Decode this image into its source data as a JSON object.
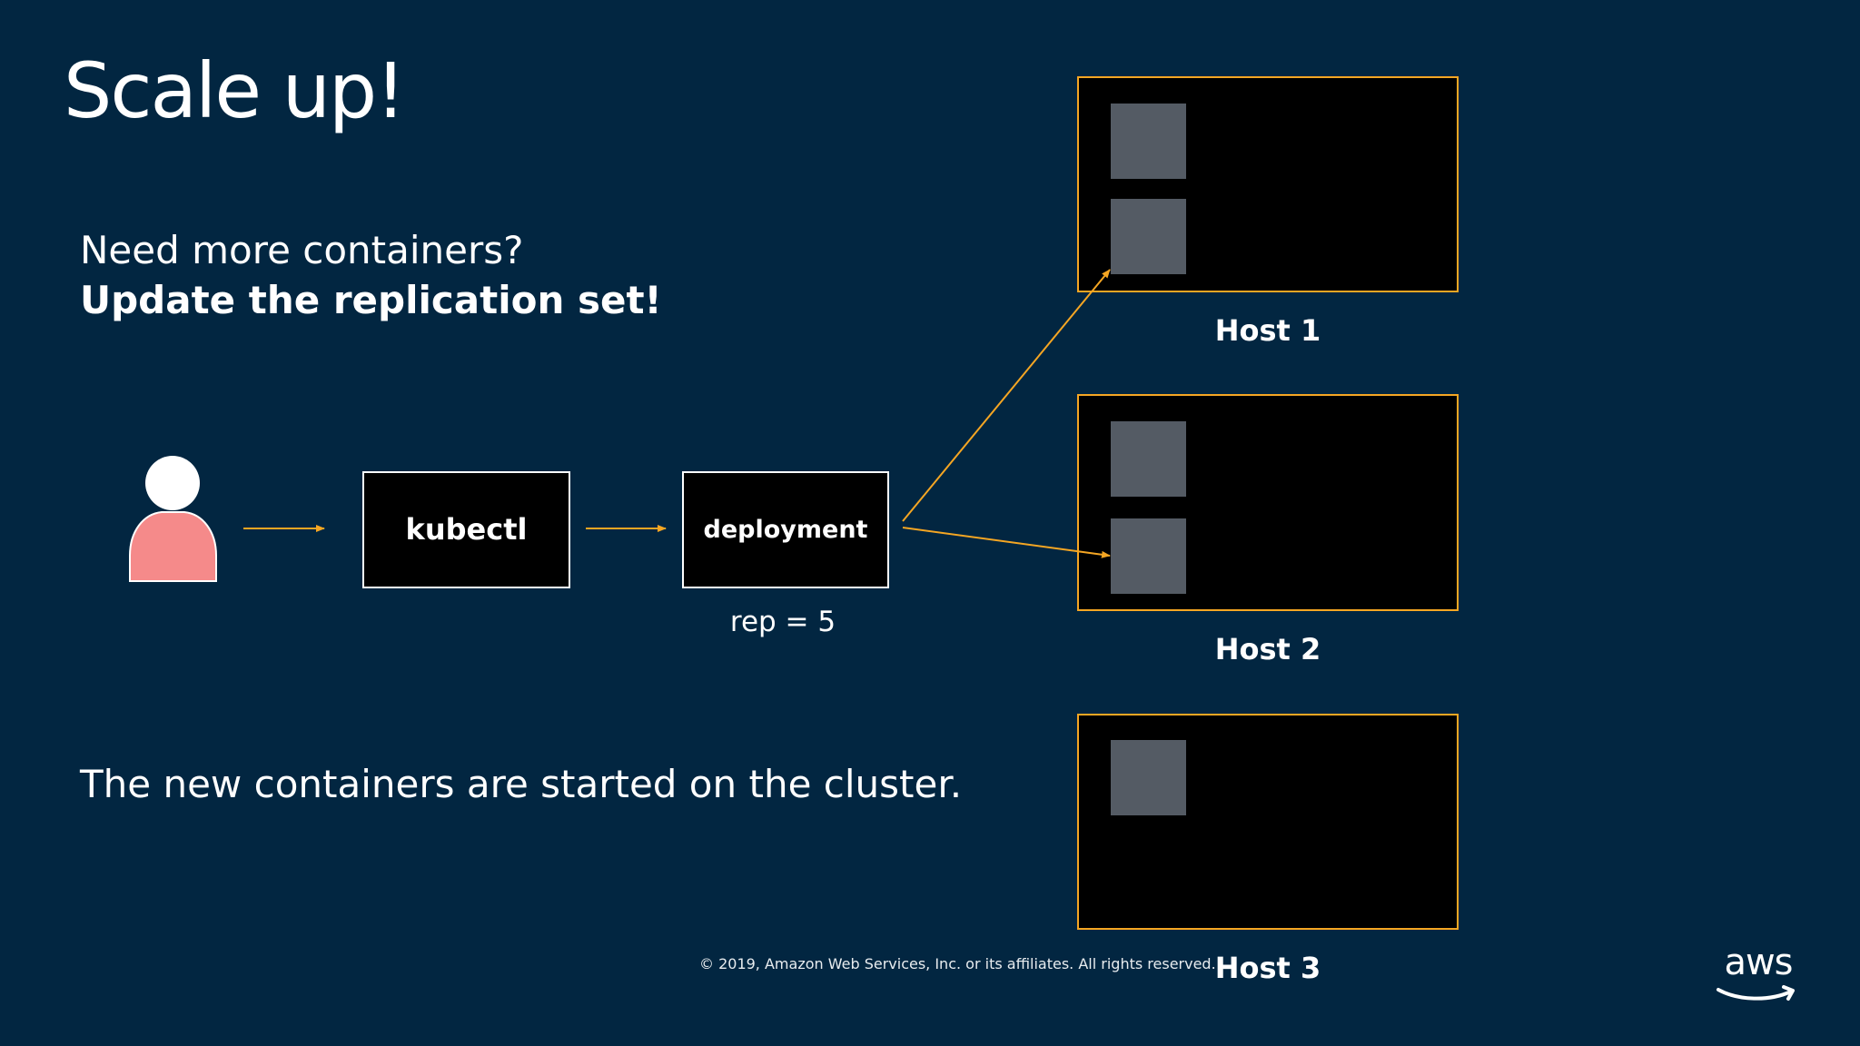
{
  "title": "Scale up!",
  "intro": {
    "question": "Need more containers?",
    "instruction": "Update the replication set!"
  },
  "diagram": {
    "user_icon": "user-icon",
    "kubectl_label": "kubectl",
    "deployment_label": "deployment",
    "deployment_replicas": "rep = 5",
    "hosts": [
      {
        "label": "Host 1",
        "containers": 2
      },
      {
        "label": "Host 2",
        "containers": 2
      },
      {
        "label": "Host 3",
        "containers": 1
      }
    ]
  },
  "footer_note": "The new containers are started on the cluster.",
  "copyright": "© 2019, Amazon Web Services, Inc. or its affiliates. All rights reserved.",
  "logo_text": "aws",
  "colors": {
    "background": "#022641",
    "host_border": "#F5A623",
    "arrow": "#F5A623",
    "container": "#545B64",
    "user_body": "#F58A8A",
    "box_fill": "#000000"
  }
}
